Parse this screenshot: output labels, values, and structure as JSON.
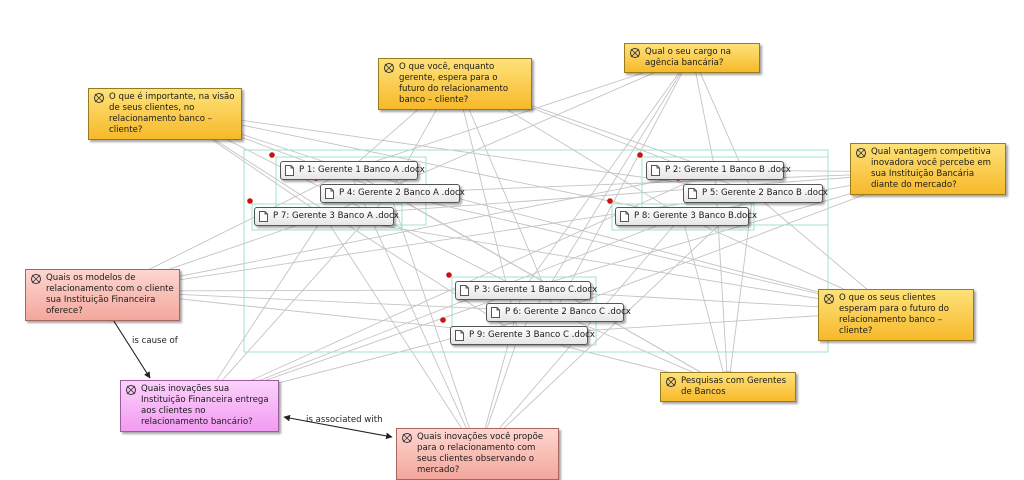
{
  "codes": [
    {
      "id": "c_imp",
      "text": "O que é importante, na visão de seus clientes, no relacionamento banco – cliente?",
      "style": "code",
      "icon": "code-icon"
    },
    {
      "id": "c_fut",
      "text": "O que você, enquanto gerente, espera para o futuro do relacionamento banco – cliente?",
      "style": "code",
      "icon": "code-icon"
    },
    {
      "id": "c_car",
      "text": "Qual o seu cargo na agência bancária?",
      "style": "code",
      "icon": "code-icon"
    },
    {
      "id": "c_van",
      "text": "Qual vantagem competitiva inovadora você percebe em sua Instituição Bancária diante do mercado?",
      "style": "code",
      "icon": "code-icon"
    },
    {
      "id": "c_esp",
      "text": "O que os seus clientes esperam para o futuro do relacionamento banco – cliente?",
      "style": "code",
      "icon": "code-icon"
    },
    {
      "id": "c_pes",
      "text": "Pesquisas com Gerentes de Bancos",
      "style": "code",
      "icon": "code-icon"
    },
    {
      "id": "c_mod",
      "text": "Quais os modelos de relacionamento com o cliente sua Instituição Financeira oferece?",
      "style": "red",
      "icon": "code-icon"
    },
    {
      "id": "c_ino",
      "text": "Quais inovações sua Instituição Financeira entrega aos clientes no relacionamento bancário?",
      "style": "pink",
      "icon": "code-icon"
    },
    {
      "id": "c_pro",
      "text": "Quais inovações você propõe para o relacionamento com seus clientes observando o mercado?",
      "style": "red",
      "icon": "code-icon"
    }
  ],
  "documents": [
    {
      "id": "d1",
      "text": "P 1: Gerente 1 Banco A .docx",
      "icon": "document-icon"
    },
    {
      "id": "d4",
      "text": "P 4: Gerente 2 Banco A .docx",
      "icon": "document-icon"
    },
    {
      "id": "d7",
      "text": "P 7: Gerente 3 Banco A .docx",
      "icon": "document-icon"
    },
    {
      "id": "d2",
      "text": "P 2: Gerente 1 Banco B .docx",
      "icon": "document-icon"
    },
    {
      "id": "d5",
      "text": "P 5: Gerente 2 Banco B .docx",
      "icon": "document-icon"
    },
    {
      "id": "d8",
      "text": "P 8: Gerente 3 Banco B.docx",
      "icon": "document-icon"
    },
    {
      "id": "d3",
      "text": "P 3: Gerente 1 Banco C.docx",
      "icon": "document-icon"
    },
    {
      "id": "d6",
      "text": "P 6: Gerente 2 Banco C .docx",
      "icon": "document-icon"
    },
    {
      "id": "d9",
      "text": "P 9: Gerente 3 Banco C .docx",
      "icon": "document-icon"
    }
  ],
  "relations": [
    {
      "from": "c_mod",
      "to": "c_ino",
      "label": "is cause of"
    },
    {
      "from": "c_ino",
      "to": "c_pro",
      "label": "is associated with"
    }
  ],
  "colors": {
    "edge": "#c4c4c4",
    "relation": "#222222",
    "frame": "#9fe3d4",
    "marker": "#cc1111"
  }
}
